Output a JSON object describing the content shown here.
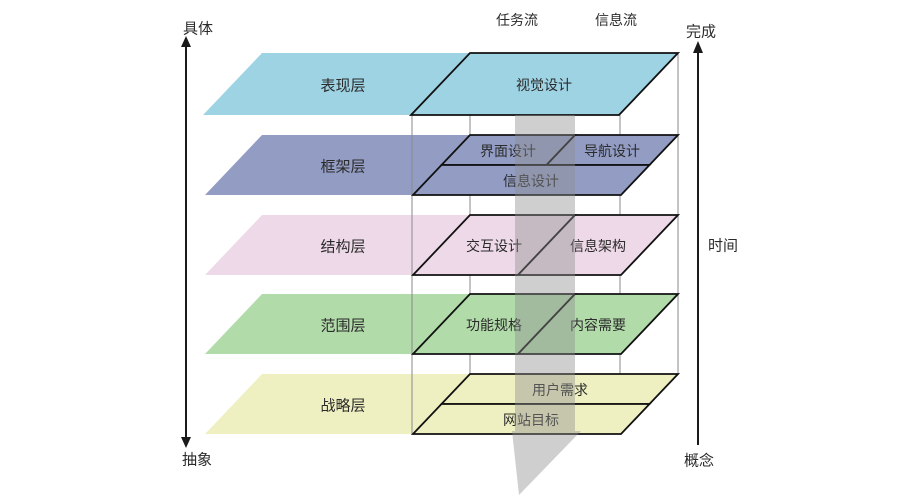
{
  "axis": {
    "left_top": "具体",
    "left_bottom": "抽象",
    "right_top": "完成",
    "right_bottom": "概念",
    "right_side": "时间",
    "flow_left": "任务流",
    "flow_right": "信息流"
  },
  "layers": [
    {
      "label": "表现层",
      "color": "#9ed3e4",
      "cells": {
        "main": "视觉设计"
      }
    },
    {
      "label": "框架层",
      "color": "#939dc4",
      "cells": {
        "left": "界面设计",
        "right": "导航设计",
        "bottom": "信息设计"
      }
    },
    {
      "label": "结构层",
      "color": "#eed9e8",
      "cells": {
        "left": "交互设计",
        "right": "信息架构"
      }
    },
    {
      "label": "范围层",
      "color": "#b2dbaa",
      "cells": {
        "left": "功能规格",
        "right": "内容需要"
      }
    },
    {
      "label": "战略层",
      "color": "#eef0c2",
      "cells": {
        "top": "用户需求",
        "bottom": "网站目标"
      }
    }
  ],
  "colors": {
    "ribbon": "#8c8c8c",
    "frame_line": "#8a8a8a",
    "axis_line": "#1a1a1a",
    "cell_outline": "#111111",
    "text": "#2b2b2b"
  }
}
